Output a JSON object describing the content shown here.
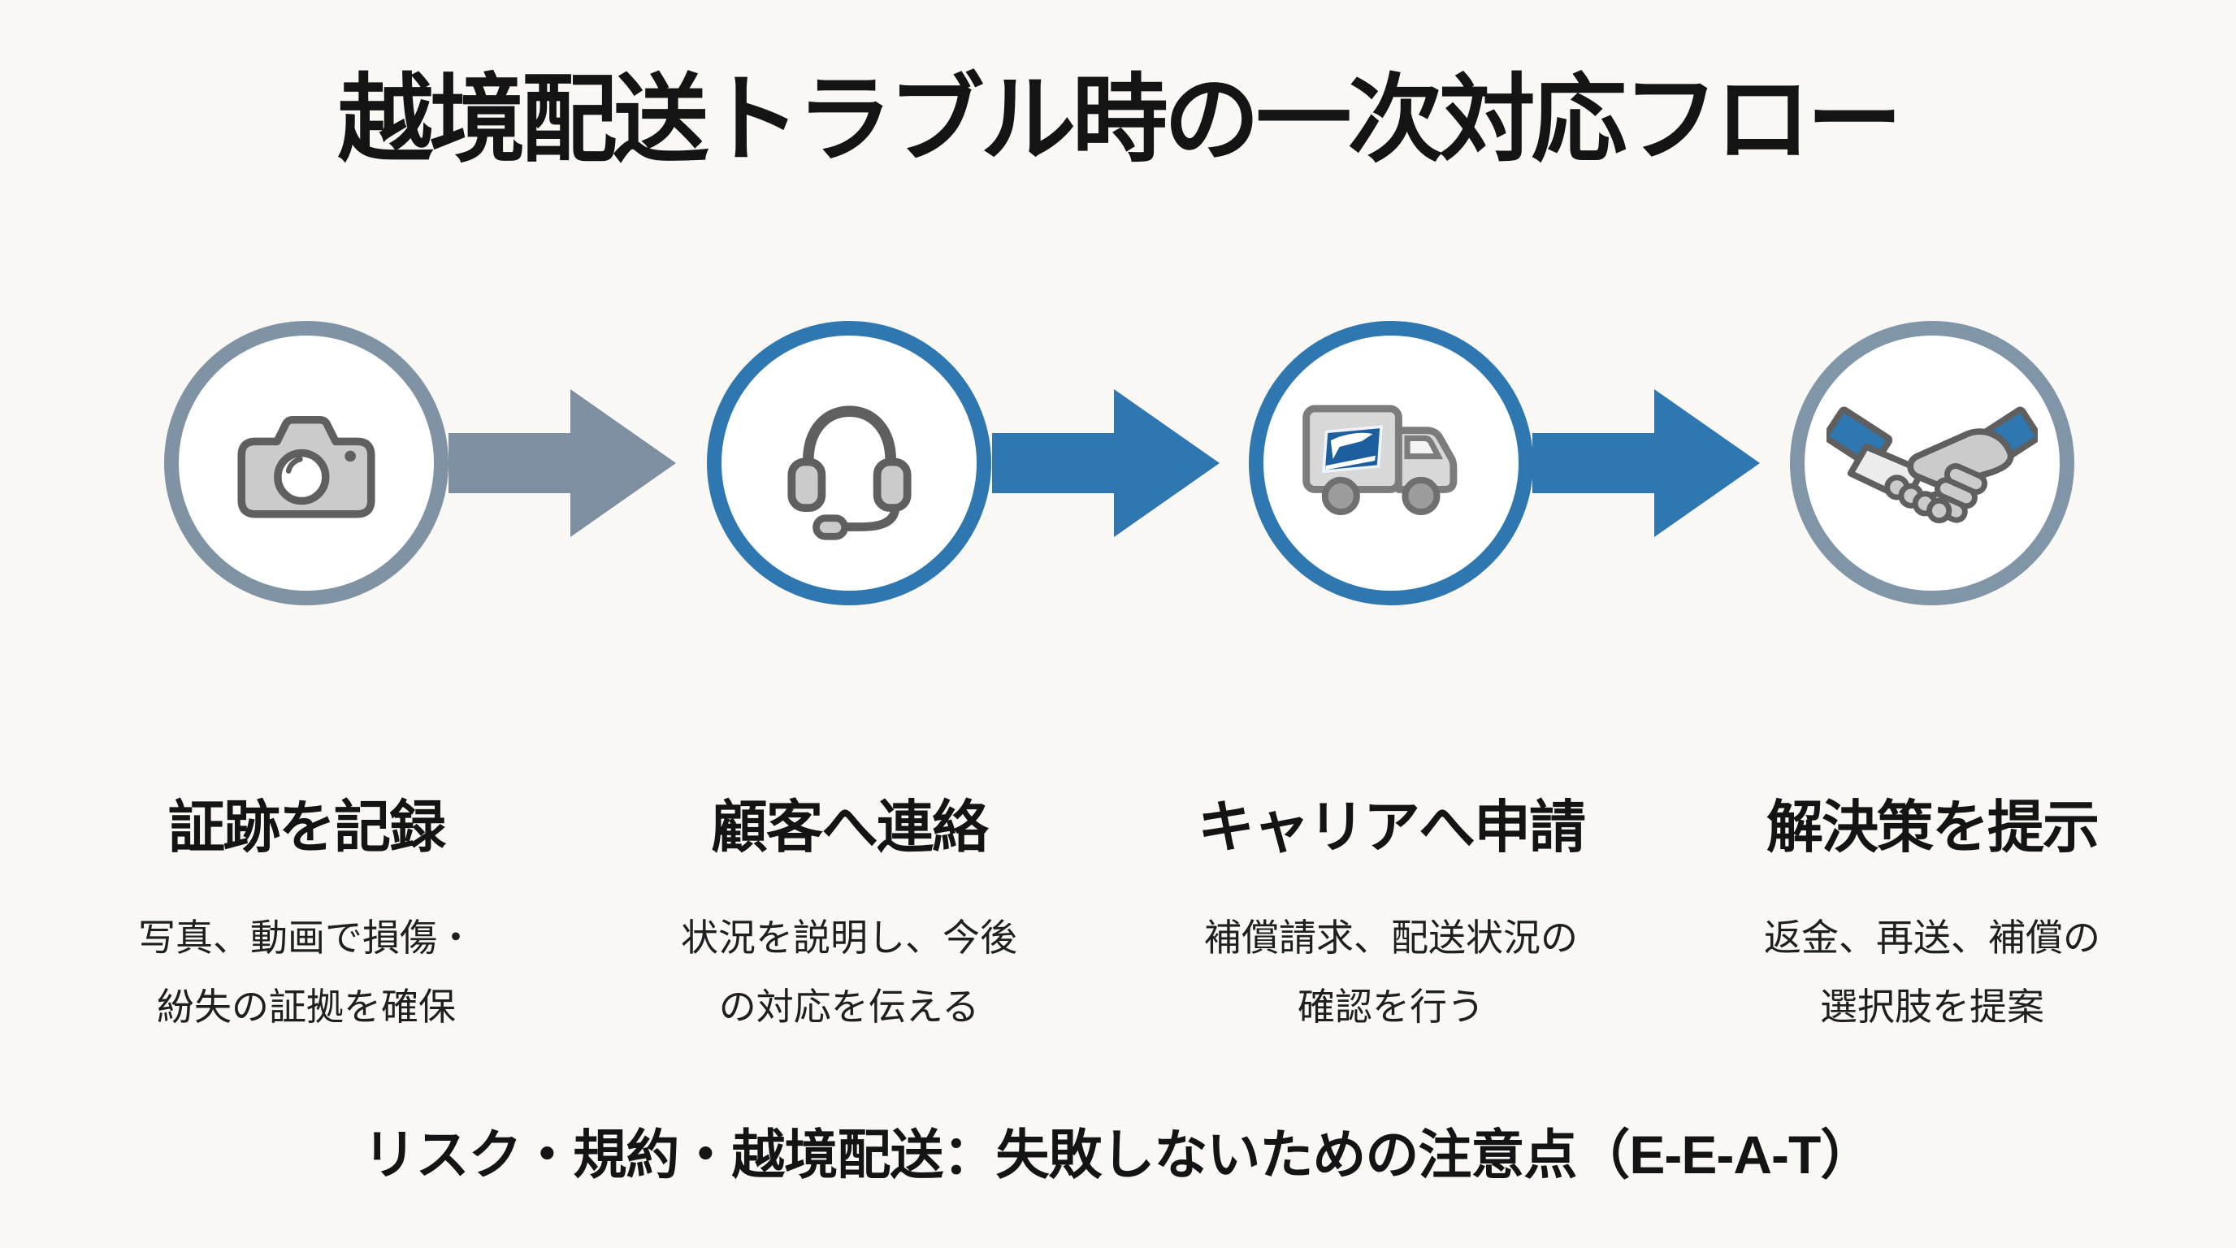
{
  "page": {
    "title": "越境配送トラブル時の一次対応フロー",
    "footer": "リスク・規約・越境配送：失敗しないための注意点（E-E-A-T）"
  },
  "colors": {
    "bg": "#f9f8f5",
    "ink": "#141414",
    "body_text": "#1f1f1f",
    "blue": "#2e77b0",
    "slate": "#7f93a4",
    "icon_stroke": "#5f5f5f",
    "icon_fill": "#cbcbcb",
    "icon_fill_light": "#ececec",
    "truck_blue": "#1d5e9e"
  },
  "steps": [
    {
      "icon": "camera-icon",
      "ring_color": "#7f93a4",
      "label": "証跡を記録",
      "desc_line1": "写真、動画で損傷・",
      "desc_line2": "紛失の証拠を確保"
    },
    {
      "icon": "headset-icon",
      "ring_color": "#2e77b0",
      "label": "顧客へ連絡",
      "desc_line1": "状況を説明し、今後",
      "desc_line2": "の対応を伝える"
    },
    {
      "icon": "truck-icon",
      "ring_color": "#2e77b0",
      "label": "キャリアへ申請",
      "desc_line1": "補償請求、配送状況の",
      "desc_line2": "確認を行う"
    },
    {
      "icon": "handshake-icon",
      "ring_color": "#8095a8",
      "label": "解決策を提示",
      "desc_line1": "返金、再送、補償の",
      "desc_line2": "選択肢を提案"
    }
  ],
  "arrows": [
    {
      "color": "#7d8fa0"
    },
    {
      "color": "#2e77b0"
    },
    {
      "color": "#2e77b0"
    }
  ]
}
